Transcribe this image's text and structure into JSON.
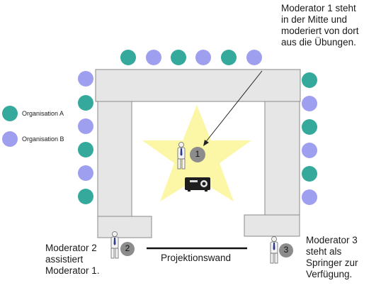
{
  "legend": {
    "org_a": {
      "label": "Organisation A",
      "color": "#35a99b"
    },
    "org_b": {
      "label": "Organisation B",
      "color": "#9f9ff0"
    }
  },
  "annotations": {
    "moderator1": "Moderator 1 steht\nin der Mitte und\nmoderiert von dort\naus die Übungen.",
    "moderator2": "Moderator 2\nassistiert\nModerator 1.",
    "moderator3": "Moderator 3\nsteht als\nSpringer zur\nVerfügung."
  },
  "projection_wall_label": "Projektionswand",
  "badges": [
    "1",
    "2",
    "3"
  ],
  "colors": {
    "table_fill": "#e6e6e6",
    "table_stroke": "#8a8a8a",
    "star_fill": "#fbf7a6",
    "badge_fill": "#8c8c8c"
  }
}
